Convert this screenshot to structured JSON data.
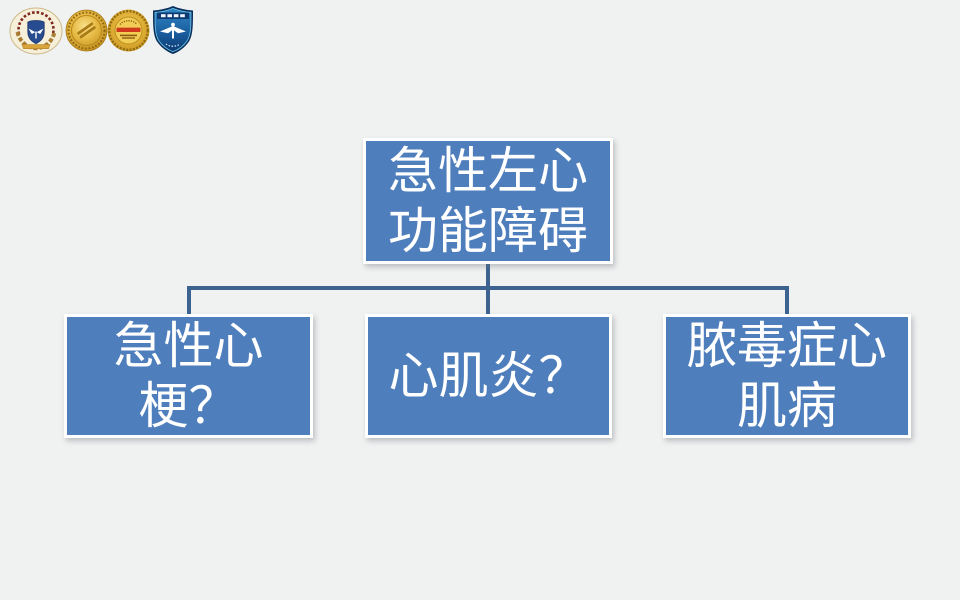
{
  "slide": {
    "background_color": "#f0f1f1",
    "node_fill_color": "#4f7ebc",
    "node_border_color": "#ffffff",
    "connector_color": "#3c6390",
    "text_color": "#ffffff"
  },
  "logos": [
    {
      "name": "hospital-round-seal-logo"
    },
    {
      "name": "gold-coin-medal-logo"
    },
    {
      "name": "gold-ornate-medal-logo"
    },
    {
      "name": "blue-shield-hospital-logo"
    }
  ],
  "diagram": {
    "type": "hierarchy",
    "root": {
      "text": "急性左心\n功能障碍"
    },
    "children": [
      {
        "text": "急性心梗？"
      },
      {
        "text": "心肌炎？"
      },
      {
        "text": "脓毒症心\n肌病"
      }
    ]
  }
}
